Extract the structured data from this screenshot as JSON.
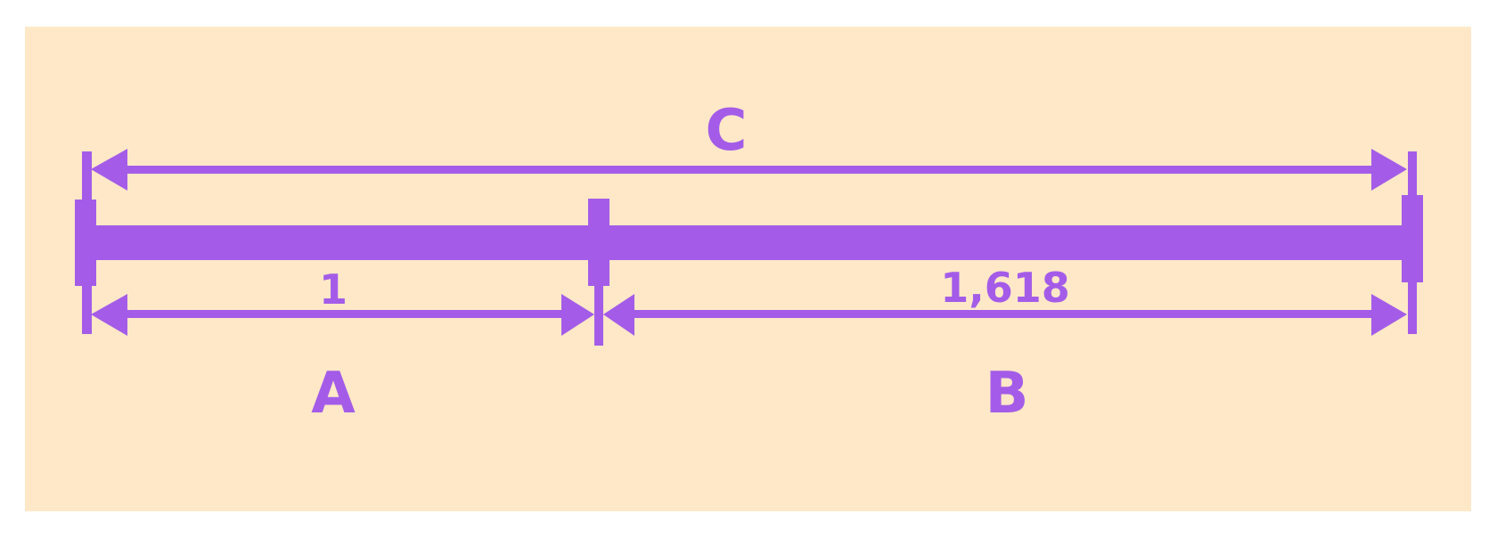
{
  "colors": {
    "background": "#ffffff",
    "panel": "#fee8c8",
    "accent": "#a45ce8"
  },
  "labels": {
    "total_segment": "C",
    "short_segment": "A",
    "long_segment": "B",
    "short_ratio": "1",
    "long_ratio": "1,618"
  }
}
